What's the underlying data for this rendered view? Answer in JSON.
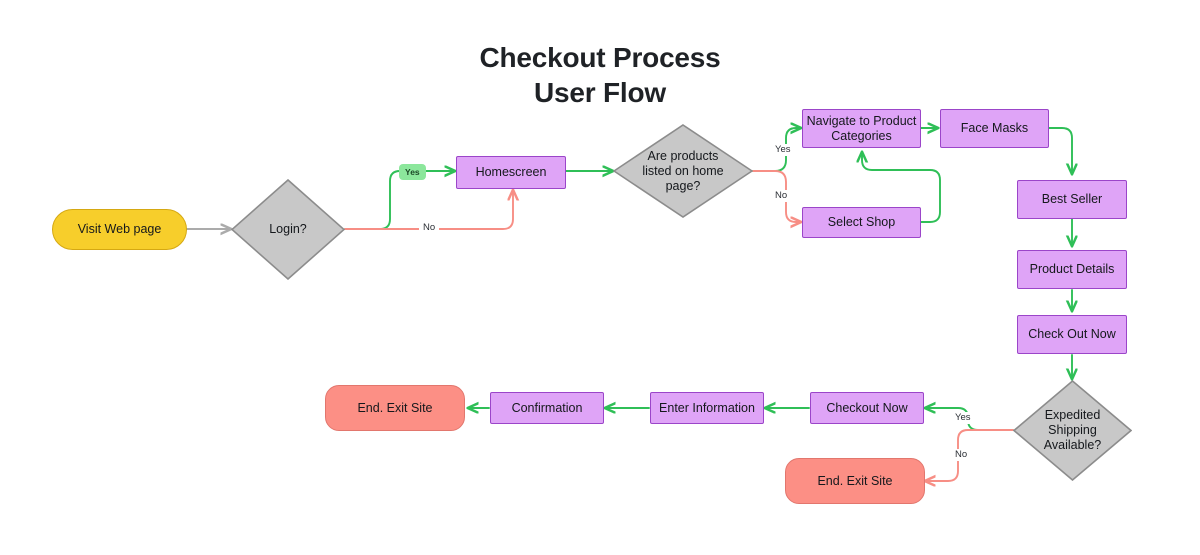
{
  "title": {
    "line1": "Checkout Process",
    "line2": "User Flow"
  },
  "colors": {
    "background": "#ffffff",
    "process_fill": "#DFA4F7",
    "process_stroke": "#9B45C9",
    "decision_fill": "#C8C8C8",
    "decision_stroke": "#8C8C8C",
    "start_fill": "#F7CE2B",
    "start_stroke": "#D5A812",
    "end_fill": "#FC8F85",
    "end_stroke": "#E2766D",
    "yes_edge": "#2FBF57",
    "no_edge": "#F78E85",
    "neutral_edge": "#ABABAB",
    "yes_badge_fill": "#8CE79C",
    "title_text": "#1f2226",
    "node_text": "#15181c"
  },
  "nodes": [
    {
      "id": "visit-web-page",
      "label": "Visit Web page",
      "type": "terminator-start"
    },
    {
      "id": "login",
      "label": "Login?",
      "type": "decision"
    },
    {
      "id": "homescreen",
      "label": "Homescreen",
      "type": "process"
    },
    {
      "id": "products-listed",
      "label": "Are products listed on home page?",
      "type": "decision"
    },
    {
      "id": "navigate-categories",
      "label": "Navigate to Product Categories",
      "type": "process"
    },
    {
      "id": "face-masks",
      "label": "Face Masks",
      "type": "process"
    },
    {
      "id": "select-shop",
      "label": "Select Shop",
      "type": "process"
    },
    {
      "id": "best-seller",
      "label": "Best Seller",
      "type": "process"
    },
    {
      "id": "product-details",
      "label": "Product Details",
      "type": "process"
    },
    {
      "id": "check-out-now",
      "label": "Check Out Now",
      "type": "process"
    },
    {
      "id": "expedited-shipping",
      "label": "Expedited Shipping Available?",
      "type": "decision"
    },
    {
      "id": "checkout-now",
      "label": "Checkout Now",
      "type": "process"
    },
    {
      "id": "enter-information",
      "label": "Enter Information",
      "type": "process"
    },
    {
      "id": "confirmation",
      "label": "Confirmation",
      "type": "process"
    },
    {
      "id": "end-exit-site-top",
      "label": "End. Exit Site",
      "type": "terminator-end"
    },
    {
      "id": "end-exit-site-bottom",
      "label": "End. Exit Site",
      "type": "terminator-end"
    }
  ],
  "decision_labels": {
    "login_lines": [
      "Login?"
    ],
    "products_lines": [
      "Are products",
      "listed on home",
      "page?"
    ],
    "expedited_lines": [
      "Expedited",
      "Shipping",
      "Available?"
    ]
  },
  "node_text": {
    "navigate_line1": "Navigate to Product",
    "navigate_line2": "Categories"
  },
  "edge_labels": {
    "login_yes": "Yes",
    "login_no": "No",
    "products_yes": "Yes",
    "products_no": "No",
    "expedited_yes": "Yes",
    "expedited_no": "No"
  },
  "edges": [
    {
      "from": "visit-web-page",
      "to": "login",
      "label": "",
      "color": "neutral"
    },
    {
      "from": "login",
      "to": "homescreen",
      "label": "Yes",
      "color": "yes"
    },
    {
      "from": "login",
      "to": "homescreen",
      "label": "No",
      "color": "no"
    },
    {
      "from": "homescreen",
      "to": "products-listed",
      "label": "",
      "color": "yes"
    },
    {
      "from": "products-listed",
      "to": "navigate-categories",
      "label": "Yes",
      "color": "yes"
    },
    {
      "from": "products-listed",
      "to": "select-shop",
      "label": "No",
      "color": "no"
    },
    {
      "from": "select-shop",
      "to": "navigate-categories",
      "label": "",
      "color": "yes"
    },
    {
      "from": "navigate-categories",
      "to": "face-masks",
      "label": "",
      "color": "yes"
    },
    {
      "from": "face-masks",
      "to": "best-seller",
      "label": "",
      "color": "yes"
    },
    {
      "from": "best-seller",
      "to": "product-details",
      "label": "",
      "color": "yes"
    },
    {
      "from": "product-details",
      "to": "check-out-now",
      "label": "",
      "color": "yes"
    },
    {
      "from": "check-out-now",
      "to": "expedited-shipping",
      "label": "",
      "color": "yes"
    },
    {
      "from": "expedited-shipping",
      "to": "checkout-now",
      "label": "Yes",
      "color": "yes"
    },
    {
      "from": "expedited-shipping",
      "to": "end-exit-site-bottom",
      "label": "No",
      "color": "no"
    },
    {
      "from": "checkout-now",
      "to": "enter-information",
      "label": "",
      "color": "yes"
    },
    {
      "from": "enter-information",
      "to": "confirmation",
      "label": "",
      "color": "yes"
    },
    {
      "from": "confirmation",
      "to": "end-exit-site-top",
      "label": "",
      "color": "yes"
    }
  ]
}
